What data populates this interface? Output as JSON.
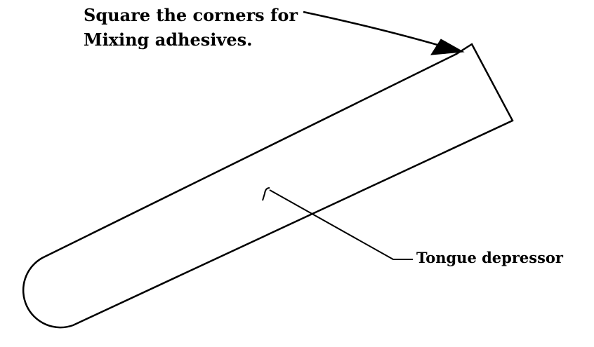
{
  "labels": {
    "top_line_1": "Square the corners for",
    "top_line_2": "Mixing adhesives.",
    "bottom": "Tongue depressor"
  },
  "colors": {
    "stroke": "#000000",
    "background": "#ffffff"
  }
}
